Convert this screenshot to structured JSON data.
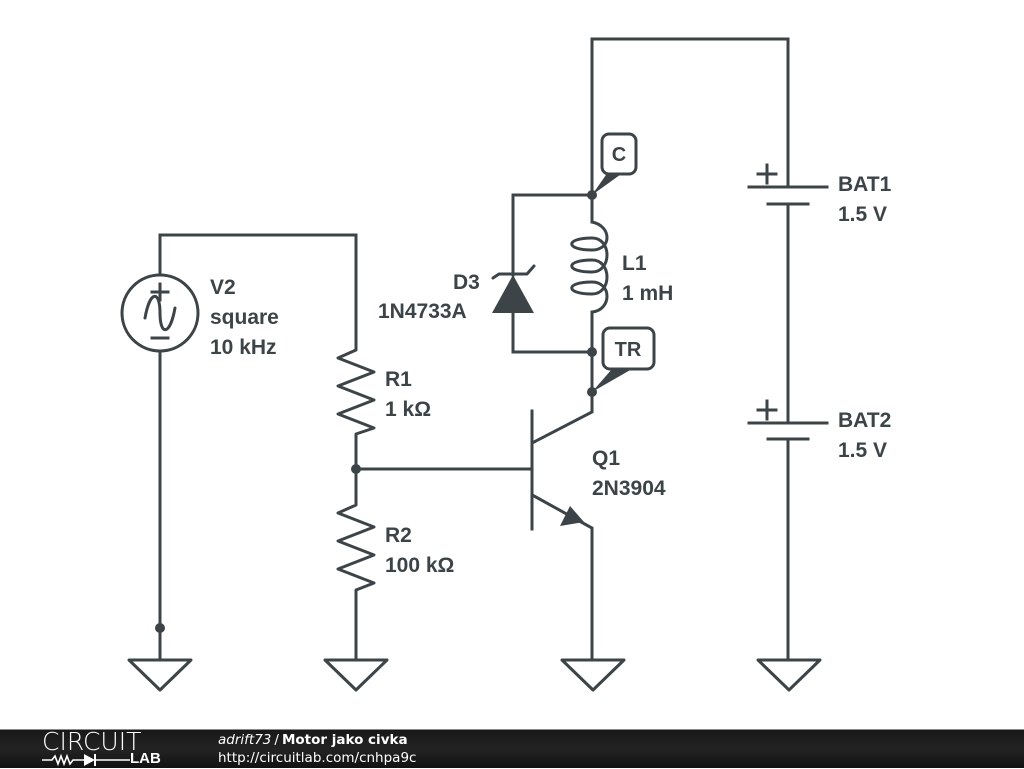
{
  "circuit": {
    "components": {
      "V2": {
        "designator": "V2",
        "type_label": "square",
        "value": "10 kHz"
      },
      "R1": {
        "designator": "R1",
        "value": "1 kΩ"
      },
      "R2": {
        "designator": "R2",
        "value": "100 kΩ"
      },
      "D3": {
        "designator": "D3",
        "value": "1N4733A"
      },
      "L1": {
        "designator": "L1",
        "value": "1 mH"
      },
      "Q1": {
        "designator": "Q1",
        "value": "2N3904"
      },
      "BAT1": {
        "designator": "BAT1",
        "value": "1.5 V"
      },
      "BAT2": {
        "designator": "BAT2",
        "value": "1.5 V"
      }
    },
    "net_tags": {
      "C": "C",
      "TR": "TR"
    },
    "symbols": {
      "plus": "+",
      "minus": "−"
    }
  },
  "footer": {
    "logo_top": "CIRCUIT",
    "logo_bottom": "LAB",
    "author": "adrift73",
    "separator": "/",
    "title": "Motor jako civka",
    "url": "http://circuitlab.com/cnhpa9c"
  },
  "colors": {
    "ink": "#3d4448",
    "footer_bg": "#1c1c1c",
    "footer_text": "#ffffff"
  }
}
